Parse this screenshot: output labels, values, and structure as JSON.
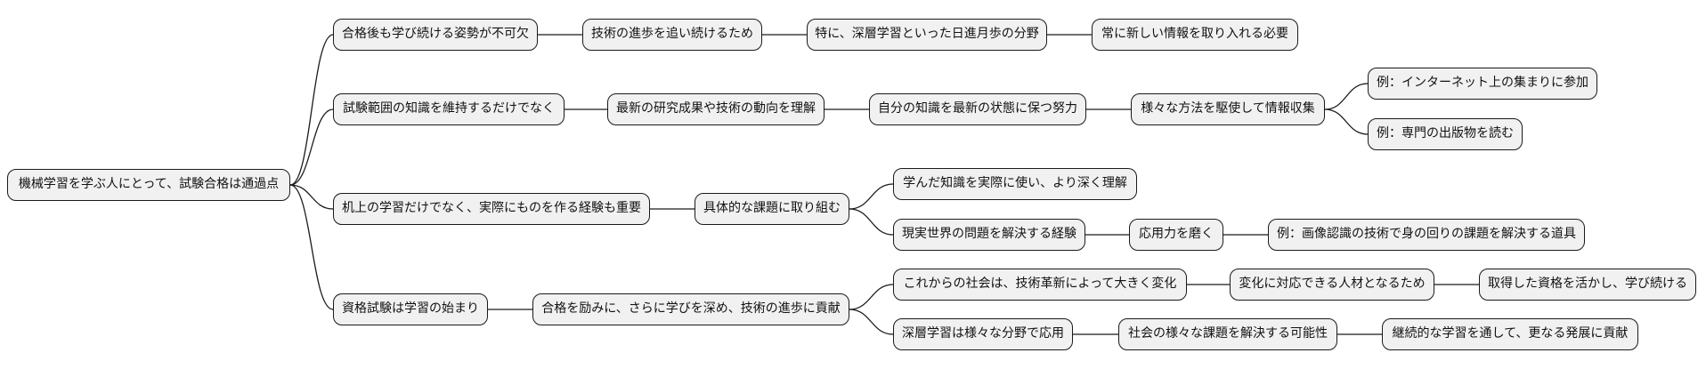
{
  "colors": {
    "node_fill": "#f1f1f1",
    "node_border": "#1a1a1a",
    "connector": "#1a1a1a"
  },
  "mindmap": {
    "root": "機械学習を学ぶ人にとって、試験合格は通過点",
    "branch1": {
      "label": "合格後も学び続ける姿勢が不可欠",
      "step1": "技術の進歩を追い続けるため",
      "step2": "特に、深層学習といった日進月歩の分野",
      "step3": "常に新しい情報を取り入れる必要"
    },
    "branch2": {
      "label": "試験範囲の知識を維持するだけでなく",
      "step1": "最新の研究成果や技術の動向を理解",
      "step2": "自分の知識を最新の状態に保つ努力",
      "step3": "様々な方法を駆使して情報収集",
      "example1": "例：インターネット上の集まりに参加",
      "example2": "例：専門の出版物を読む"
    },
    "branch3": {
      "label": "机上の学習だけでなく、実際にものを作る経験も重要",
      "step1": "具体的な課題に取り組む",
      "sub1": "学んだ知識を実際に使い、より深く理解",
      "sub2": "現実世界の問題を解決する経験",
      "sub2_step1": "応用力を磨く",
      "sub2_step2": "例：画像認識の技術で身の回りの課題を解決する道具"
    },
    "branch4": {
      "label": "資格試験は学習の始まり",
      "step1": "合格を励みに、さらに学びを深め、技術の進歩に貢献",
      "sub1": "これからの社会は、技術革新によって大きく変化",
      "sub1_step1": "変化に対応できる人材となるため",
      "sub1_step2": "取得した資格を活かし、学び続ける",
      "sub2": "深層学習は様々な分野で応用",
      "sub2_step1": "社会の様々な課題を解決する可能性",
      "sub2_step2": "継続的な学習を通して、更なる発展に貢献"
    }
  }
}
